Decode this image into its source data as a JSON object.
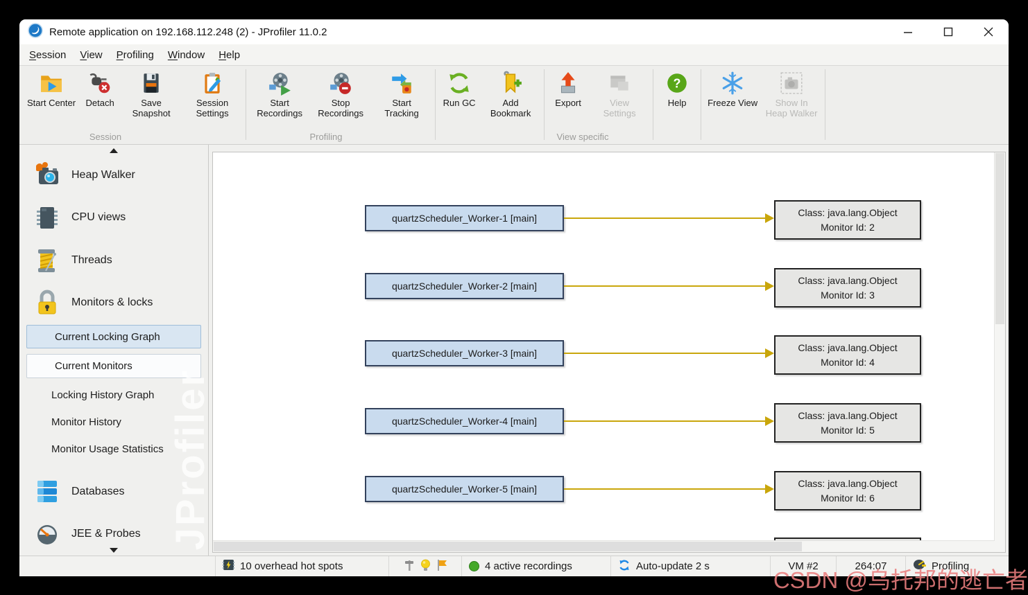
{
  "window": {
    "title": "Remote application on 192.168.112.248 (2) - JProfiler 11.0.2"
  },
  "menu": {
    "items": [
      {
        "label": "Session"
      },
      {
        "label": "View"
      },
      {
        "label": "Profiling"
      },
      {
        "label": "Window"
      },
      {
        "label": "Help"
      }
    ]
  },
  "toolbar": {
    "buttons": [
      {
        "label": "Start Center",
        "enabled": true
      },
      {
        "label": "Detach",
        "enabled": true
      },
      {
        "label": "Save Snapshot",
        "enabled": true
      },
      {
        "label": "Session Settings",
        "enabled": true
      },
      {
        "label": "Start Recordings",
        "enabled": true
      },
      {
        "label": "Stop Recordings",
        "enabled": true
      },
      {
        "label": "Start Tracking",
        "enabled": true
      },
      {
        "label": "Run GC",
        "enabled": true
      },
      {
        "label": "Add Bookmark",
        "enabled": true
      },
      {
        "label": "Export",
        "enabled": true
      },
      {
        "label": "View Settings",
        "enabled": false
      },
      {
        "label": "Help",
        "enabled": true
      },
      {
        "label": "Freeze View",
        "enabled": true
      },
      {
        "label": "Show In Heap Walker",
        "enabled": false
      }
    ],
    "group_labels": [
      "Session",
      "Profiling",
      "View specific"
    ]
  },
  "sidebar": {
    "items": [
      {
        "label": "Heap Walker"
      },
      {
        "label": "CPU views"
      },
      {
        "label": "Threads"
      },
      {
        "label": "Monitors & locks"
      }
    ],
    "subitems": [
      {
        "label": "Current Locking Graph",
        "selected": true
      },
      {
        "label": "Current Monitors",
        "selected": false
      },
      {
        "label": "Locking History Graph",
        "selected": false
      },
      {
        "label": "Monitor History",
        "selected": false
      },
      {
        "label": "Monitor Usage Statistics",
        "selected": false
      }
    ],
    "items_bottom": [
      {
        "label": "Databases"
      },
      {
        "label": "JEE & Probes"
      }
    ],
    "watermark": "JProfiler"
  },
  "graph": {
    "rows": [
      {
        "thread": "quartzScheduler_Worker-1 [main]",
        "monitor_class": "Class: java.lang.Object",
        "monitor_id": "Monitor Id: 2"
      },
      {
        "thread": "quartzScheduler_Worker-2 [main]",
        "monitor_class": "Class: java.lang.Object",
        "monitor_id": "Monitor Id: 3"
      },
      {
        "thread": "quartzScheduler_Worker-3 [main]",
        "monitor_class": "Class: java.lang.Object",
        "monitor_id": "Monitor Id: 4"
      },
      {
        "thread": "quartzScheduler_Worker-4 [main]",
        "monitor_class": "Class: java.lang.Object",
        "monitor_id": "Monitor Id: 5"
      },
      {
        "thread": "quartzScheduler_Worker-5 [main]",
        "monitor_class": "Class: java.lang.Object",
        "monitor_id": "Monitor Id: 6"
      }
    ],
    "colors": {
      "thread_box_fill": "#c9dbee",
      "thread_box_border": "#33425c",
      "monitor_box_fill": "#e6e6e4",
      "monitor_box_border": "#222222",
      "arrow": "#c9a60b"
    }
  },
  "statusbar": {
    "overhead": "10 overhead hot spots",
    "recordings": "4 active recordings",
    "autoupdate": "Auto-update 2 s",
    "vm": "VM #2",
    "time": "264:07",
    "state": "Profiling"
  },
  "page_watermark": "CSDN @乌托邦的逃亡者"
}
